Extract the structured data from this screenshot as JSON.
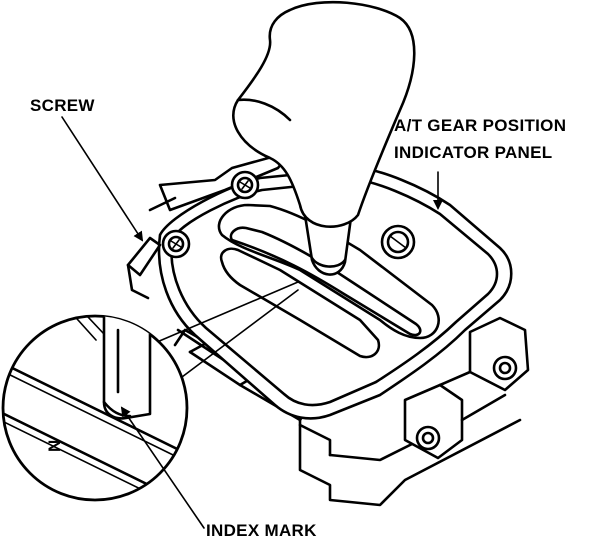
{
  "labels": {
    "screw": "SCREW",
    "panel_line1": "A/T GEAR POSITION",
    "panel_line2": "INDICATOR PANEL",
    "index_mark": "INDEX MARK",
    "gear_letter": "N"
  },
  "colors": {
    "ink": "#000000",
    "paper": "#ffffff"
  }
}
